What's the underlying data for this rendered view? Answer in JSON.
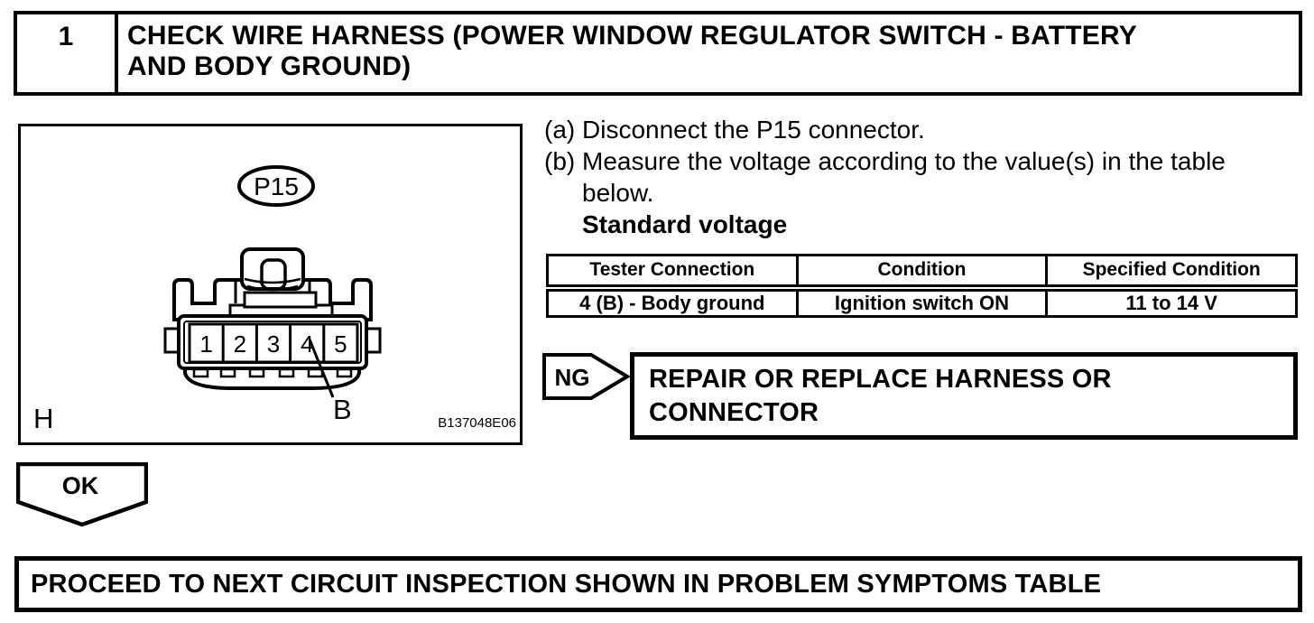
{
  "page": {
    "step_number": "1",
    "step_title": "CHECK WIRE HARNESS (POWER WINDOW REGULATOR SWITCH - BATTERY AND BODY GROUND)"
  },
  "figure": {
    "connector_label": "P15",
    "pin_numbers": [
      "1",
      "2",
      "3",
      "4",
      "5"
    ],
    "terminal_label": "B",
    "corner_label": "H",
    "figure_code": "B137048E06"
  },
  "instructions": {
    "step_a_marker": "(a)",
    "step_a_text": "Disconnect the P15 connector.",
    "step_b_marker": "(b)",
    "step_b_text": "Measure the voltage according to the value(s) in the table below.",
    "table_caption": "Standard voltage"
  },
  "voltage_table": {
    "headers": [
      "Tester Connection",
      "Condition",
      "Specified Condition"
    ],
    "rows": [
      [
        "4 (B) - Body ground",
        "Ignition switch ON",
        "11 to 14 V"
      ]
    ]
  },
  "ng_branch": {
    "label": "NG",
    "action": "REPAIR OR REPLACE HARNESS OR CONNECTOR"
  },
  "ok_branch": {
    "label": "OK",
    "action": "PROCEED TO NEXT CIRCUIT INSPECTION SHOWN IN PROBLEM SYMPTOMS TABLE"
  },
  "colors": {
    "ink": "#000000",
    "paper": "#ffffff"
  }
}
